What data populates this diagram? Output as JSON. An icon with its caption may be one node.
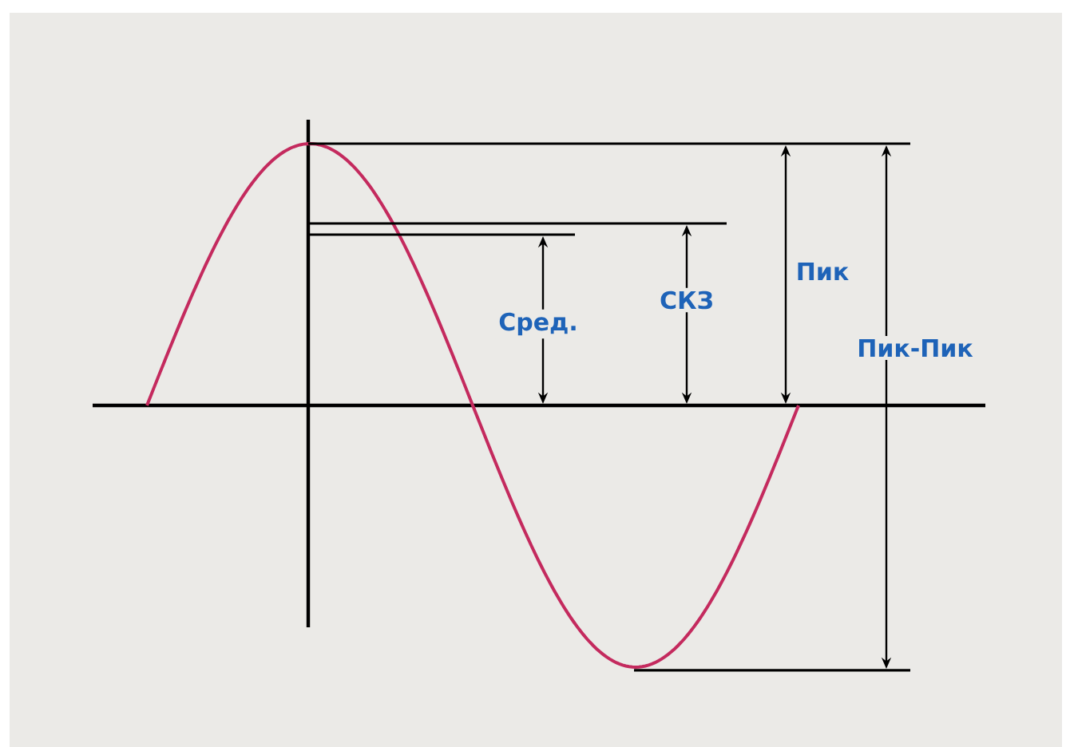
{
  "diagram": {
    "labels": [
      "Сред.",
      "СКЗ",
      "Пик",
      "Пик-Пик"
    ]
  }
}
